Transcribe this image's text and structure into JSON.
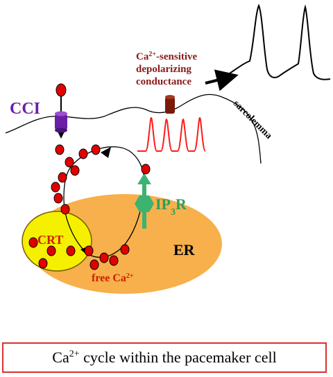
{
  "labels": {
    "cci": "CCI",
    "conductance_line1_base": "Ca",
    "conductance_line1_sup": "2+",
    "conductance_line1_rest": "-sensitive",
    "conductance_line2": "depolarizing",
    "conductance_line3": "conductance",
    "sarcolemma": "sarcolemma",
    "crt": "CRT",
    "er": "ER",
    "free_ca_base": "free Ca",
    "free_ca_sup": "2+",
    "ip3r_base": "IP",
    "ip3r_sub": "3",
    "ip3r_rest": "R"
  },
  "caption": {
    "base": "Ca",
    "sup": "2+",
    "rest": " cycle within the pacemaker cell"
  },
  "colors": {
    "cci": "#6b1fa5",
    "channel": "#7a1a0a",
    "calcium": "#e00000",
    "ip3r": "#3cb371",
    "er": "#f7b04b",
    "crt": "#f4f000",
    "caption_border": "#d8302f",
    "free_ca_text": "#cc1f00",
    "conductance_text": "#8b1a1a"
  }
}
